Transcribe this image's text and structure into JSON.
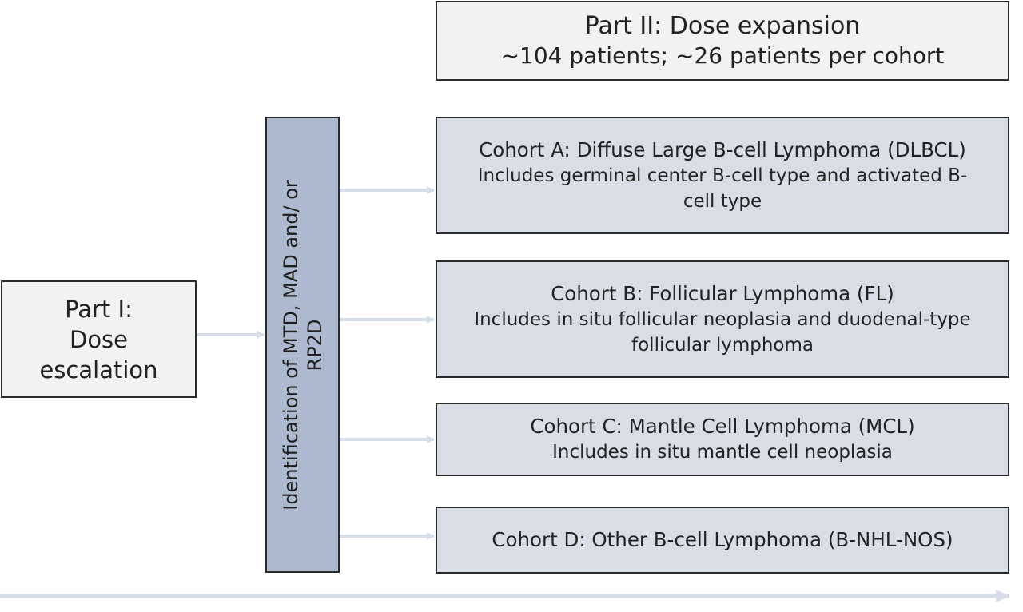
{
  "header": {
    "title": "Part II: Dose expansion",
    "subtitle": "~104 patients; ~26 patients per cohort"
  },
  "part1": {
    "line1": "Part I:",
    "line2": "Dose",
    "line3": "escalation"
  },
  "identification": {
    "line1": "Identification of MTD, MAD and/ or",
    "line2": "RP2D"
  },
  "cohorts": [
    {
      "title": "Cohort A: Diffuse Large B-cell Lymphoma (DLBCL)",
      "desc_line1": "Includes germinal center B-cell type and activated B-",
      "desc_line2": "cell type"
    },
    {
      "title": "Cohort B: Follicular Lymphoma (FL)",
      "desc_line1": "Includes in situ follicular neoplasia and duodenal-type",
      "desc_line2": "follicular lymphoma"
    },
    {
      "title": "Cohort C: Mantle Cell Lymphoma (MCL)",
      "desc_line1": "Includes in situ mantle cell neoplasia"
    },
    {
      "title": "Cohort D: Other B-cell Lymphoma (B-NHL-NOS)"
    }
  ],
  "colors": {
    "arrow": "#d7dde8",
    "box_light": "#f2f2f2",
    "cohort_fill": "#d8dde6",
    "mid_fill": "#adb9ce",
    "border": "#2b2b2b"
  }
}
